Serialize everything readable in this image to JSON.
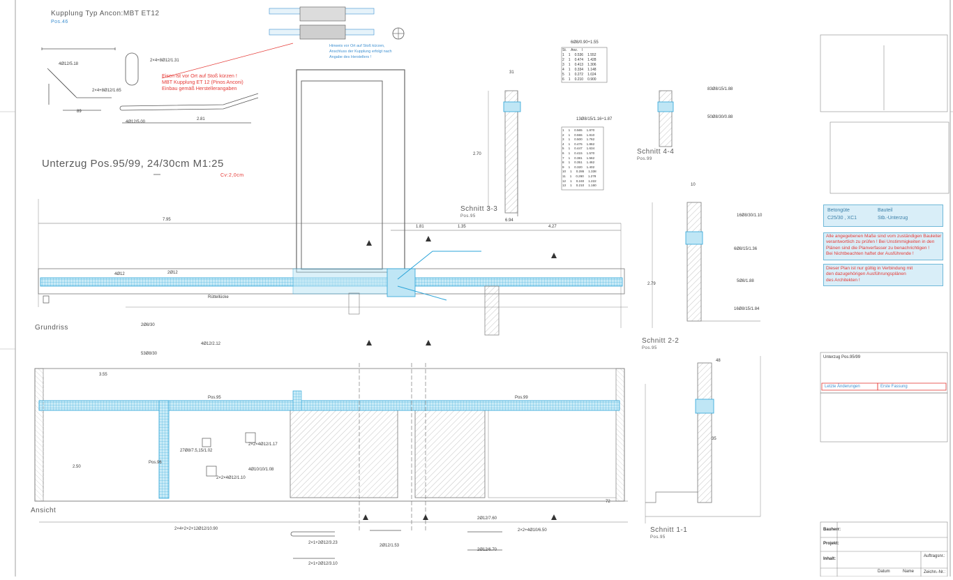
{
  "sheet": {
    "title_main": "Unterzug Pos.95/99, 24/30cm  M1:25",
    "cover": "Cv:2,0cm",
    "coupling_title": "Kupplung Typ Ancon:MBT ET12",
    "coupling_pos": "Pos.46",
    "view_plan": "Grundriss",
    "view_elevation": "Ansicht"
  },
  "sections": [
    {
      "label": "Schnitt 3-3",
      "pos": "Pos.95"
    },
    {
      "label": "Schnitt 4-4",
      "pos": "Pos.99"
    },
    {
      "label": "Schnitt 2-2",
      "pos": "Pos.95"
    },
    {
      "label": "Schnitt 1-1",
      "pos": "Pos.95"
    }
  ],
  "red_note": {
    "lines": [
      "Eisen ist vor Ort auf Stoß kürzen !",
      "MBT Kupplung ET 12 (Pinos Anconi)",
      "Einbau gemäß Herstellerangaben"
    ]
  },
  "blue_note": {
    "lines": [
      "Hinweis vor Ort auf Stoß kürzen,",
      "Anschluss der Kupplung erfolgt nach",
      "Angabe des Herstellers !"
    ]
  },
  "concrete": {
    "label_a": "Betongüte",
    "value_a": "C25/30 , XC1",
    "label_b": "Bauteil",
    "value_b": "Stb.-Unterzug"
  },
  "warning_1": {
    "lines": [
      "Alle angegebenen Maße sind vom zuständigen Bauleiter",
      "verantwortlich zu prüfen ! Bei Unstimmigkeiten in den",
      "Plänen sind die Planverfasser zu benachrichtigen !",
      "Bei Nichtbeachten haftet der Ausführende !"
    ]
  },
  "warning_2": {
    "lines": [
      "Dieser Plan ist nur gültig in Verbindung mit",
      "den dazugehörigen Ausführungsplänen",
      "des Architekten !"
    ]
  },
  "dims": {
    "d795": "7.95",
    "d181": "1.81",
    "d135": "1.35",
    "d694": "6.94",
    "d427": "4.27",
    "d355": "3.55",
    "d270": "2.70",
    "d279": "2.79",
    "d250": "2.50",
    "d281": "2.81",
    "d89": "89",
    "d48": "48",
    "d35": "35",
    "d31": "31",
    "d10": "10",
    "d72": "72"
  },
  "bar_labels": {
    "b45": "4Ø12/5.18",
    "b46": "2×4+8Ø12/1.31",
    "b44": "2×4+8Ø12/1.65",
    "b47": "4Ø12/5.00",
    "b48": "6Ø8/0.90÷1.55",
    "b49": "13Ø8/15/1.16÷1.87",
    "b33": "83Ø8/15/1.88",
    "b50": "50Ø8/30/0.88",
    "b36": "16Ø8/30/1.10",
    "b40": "6Ø8/15/1.36",
    "b41": "5Ø8/1.88",
    "b42": "16Ø8/15/1.84",
    "b31": "4Ø12",
    "b30": "2Ø12",
    "b43": "4Ø12/2.12",
    "b27": "27Ø8/7.5,15/1.02",
    "b29": "2×2×4Ø12/1.17",
    "b28": "4Ø10/10/1.08",
    "b38": "2×2×4Ø12/1.10",
    "b37": "53Ø8/30",
    "b39": "2Ø8/30",
    "b10": "2×4+2×2+12Ø12/10.90",
    "b22": "2Ø12/7.60",
    "b23": "2×2+4Ø10/6.50",
    "b34": "2Ø12/6.70",
    "b35": "2×1+2Ø12/3.23",
    "b32": "2×1+2Ø12/3.10",
    "b26": "2Ø12/1.53",
    "gap": "Rüttellücke",
    "pos95": "Pos.95",
    "pos99": "Pos.99",
    "pos96": "Pos.96"
  },
  "table_a": {
    "header": [
      "St.",
      "Anz.",
      "l"
    ],
    "rows": [
      [
        "1",
        "1",
        "0.536",
        "1.552"
      ],
      [
        "2",
        "1",
        "0.474",
        "1.428"
      ],
      [
        "3",
        "1",
        "0.413",
        "1.306"
      ],
      [
        "4",
        "1",
        "0.334",
        "1.148"
      ],
      [
        "5",
        "1",
        "0.272",
        "1.024"
      ],
      [
        "6",
        "1",
        "0.210",
        "0.900"
      ]
    ]
  },
  "table_b": {
    "rows": [
      [
        "1",
        "1",
        "0.565",
        "1.870"
      ],
      [
        "2",
        "1",
        "0.555",
        "1.810"
      ],
      [
        "3",
        "1",
        "0.500",
        "1.762"
      ],
      [
        "4",
        "1",
        "0.476",
        "1.862"
      ],
      [
        "5",
        "1",
        "0.447",
        "1.634"
      ],
      [
        "6",
        "1",
        "0.415",
        "1.570"
      ],
      [
        "7",
        "1",
        "0.381",
        "1.562"
      ],
      [
        "8",
        "1",
        "0.351",
        "1.462"
      ],
      [
        "9",
        "1",
        "0.320",
        "1.402"
      ],
      [
        "10",
        "1",
        "0.286",
        "1.338"
      ],
      [
        "11",
        "1",
        "0.260",
        "1.278"
      ],
      [
        "12",
        "1",
        "0.240",
        "1.222"
      ],
      [
        "13",
        "1",
        "0.210",
        "1.160"
      ]
    ]
  },
  "titleblock": {
    "bauherr": "Bauherr:",
    "projekt": "Projekt:",
    "inhalt": "Inhalt:",
    "auftrag": "Auftragsnr.:",
    "zeichn": "Zeichn.-Nr.:",
    "datum": "Datum",
    "name": "Name",
    "plan": "Unterzug Pos.95/99",
    "legend": "Letzte Änderungen",
    "status": "Erste Fassung"
  },
  "colors": {
    "line": "#555555",
    "rebar": "#2aa3d8",
    "rebar_fill": "#a9dcf2",
    "red": "#e53935",
    "blue_box": "#d9eef8",
    "blue_border": "#6fb8d8"
  }
}
